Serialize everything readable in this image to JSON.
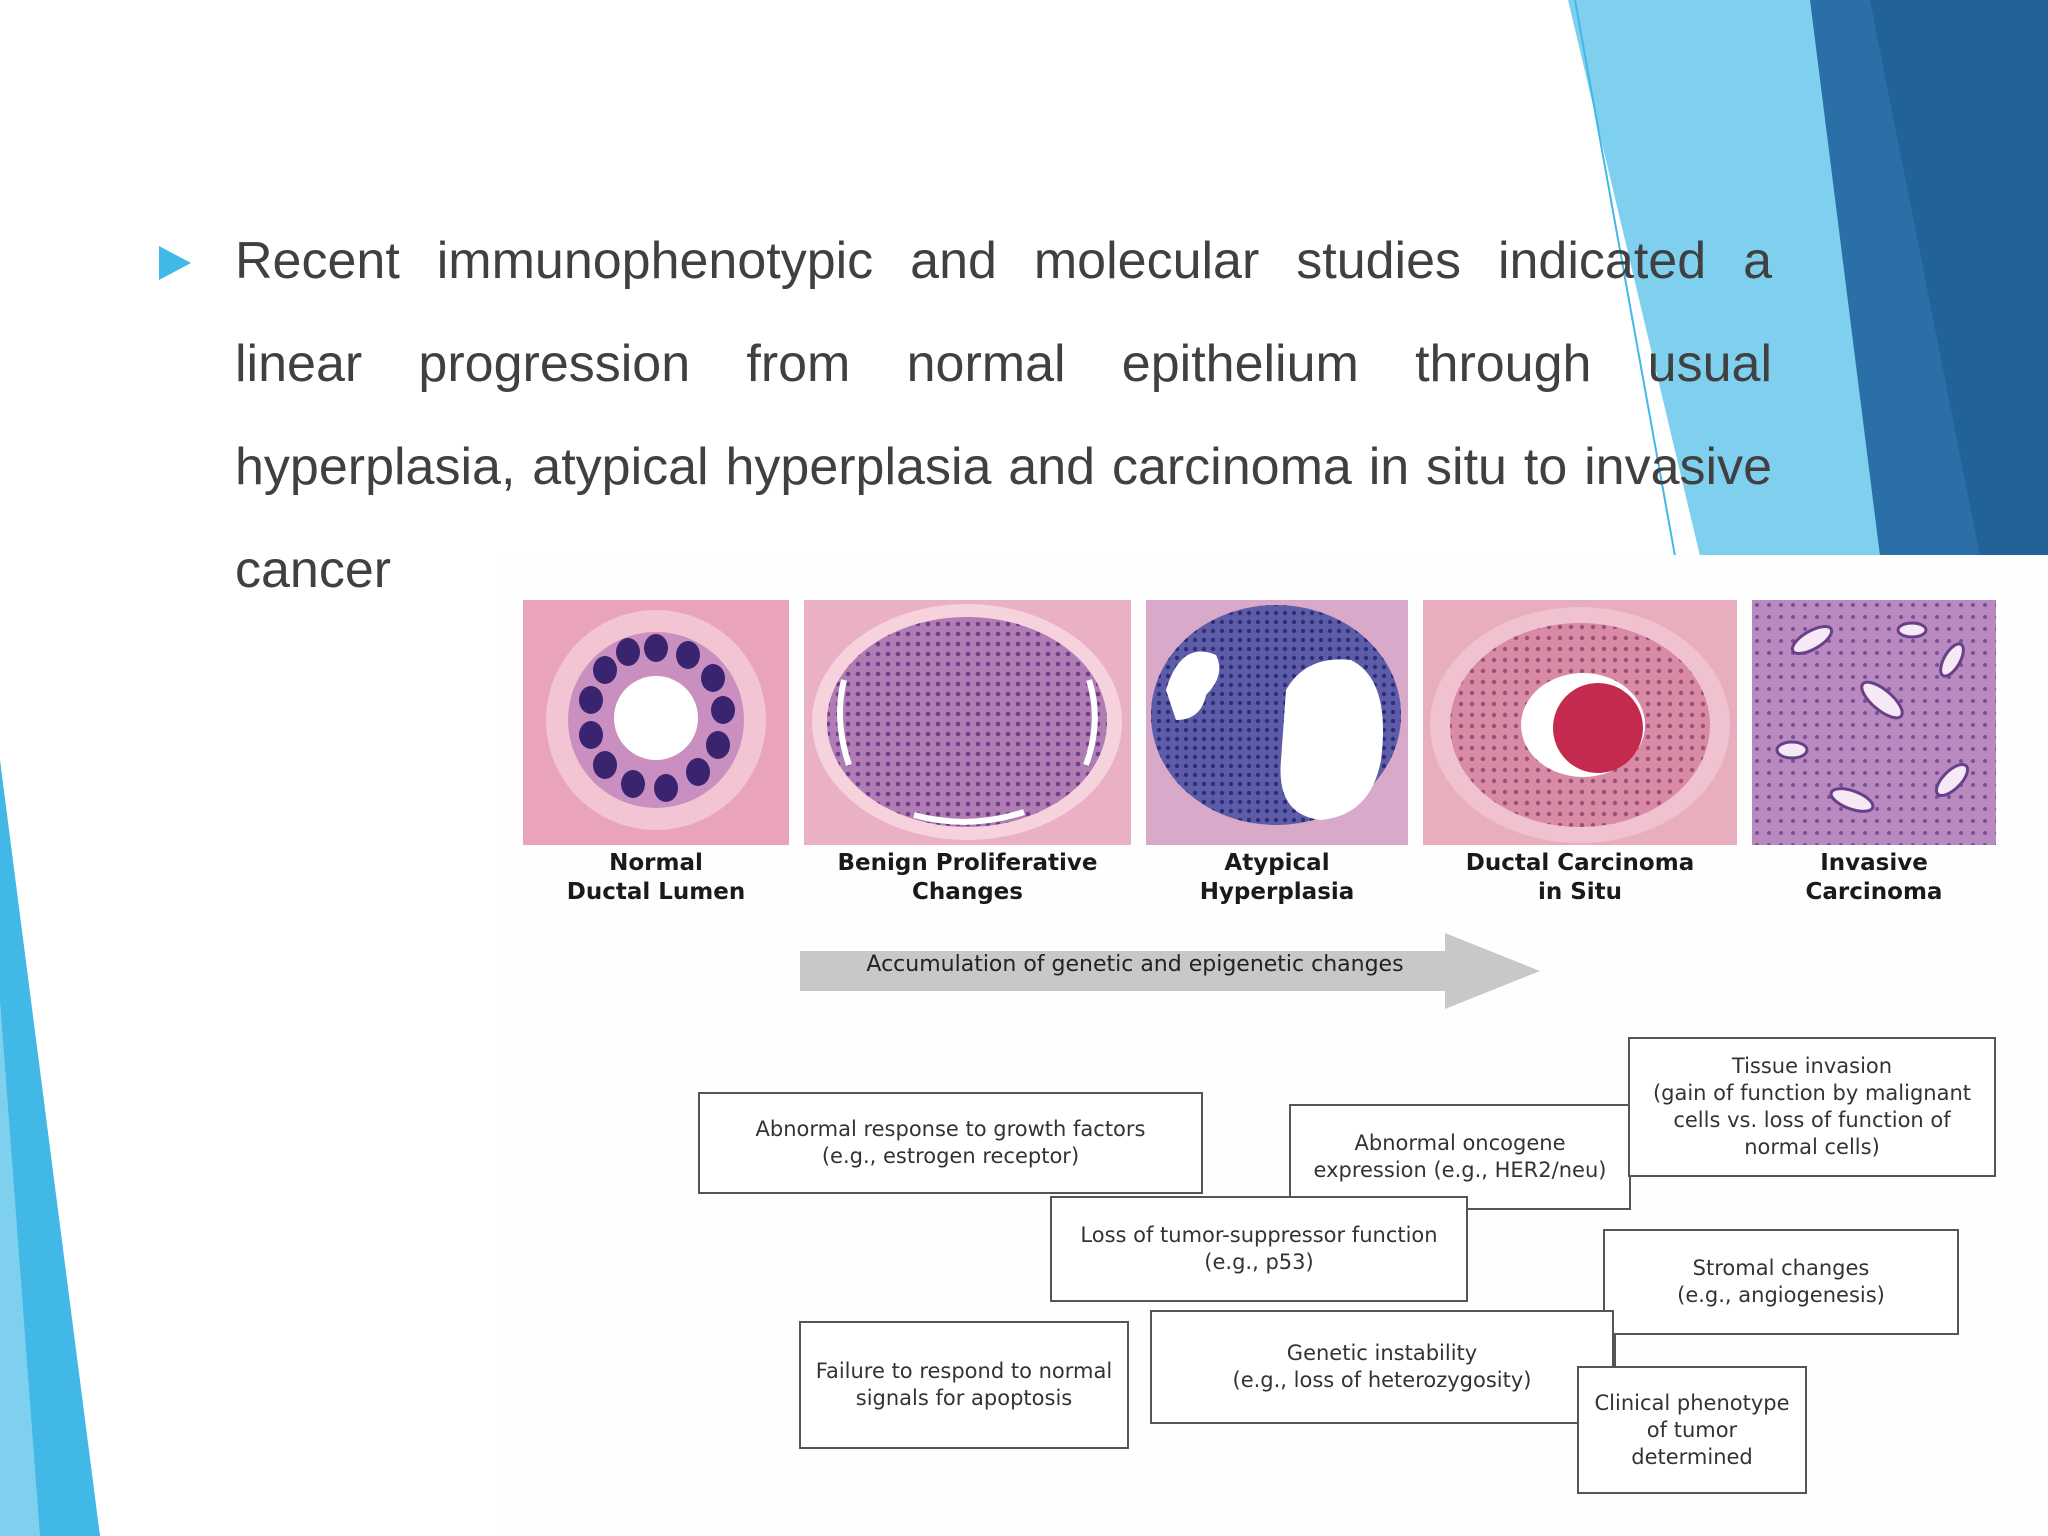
{
  "slide": {
    "bullet_text": "Recent immunophenotypic and molecular studies indicated a linear progression from normal epithelium through usual hyperplasia, atypical hyperplasia and carcinoma in situ to invasive cancer",
    "accent_colors": [
      "#41b8e6",
      "#7fd0ef",
      "#2a6fa8",
      "#1f5f93"
    ]
  },
  "figure": {
    "panels": [
      {
        "label_line1": "Normal",
        "label_line2": "Ductal Lumen"
      },
      {
        "label_line1": "Benign Proliferative",
        "label_line2": "Changes"
      },
      {
        "label_line1": "Atypical Hyperplasia",
        "label_line2": ""
      },
      {
        "label_line1": "Ductal Carcinoma",
        "label_line2": "in Situ"
      },
      {
        "label_line1": "Invasive Carcinoma",
        "label_line2": ""
      }
    ],
    "arrow_label": "Accumulation of genetic and epigenetic changes",
    "boxes": {
      "growth_factors": {
        "line1": "Abnormal response to growth factors",
        "line2": "(e.g., estrogen receptor)"
      },
      "oncogene": {
        "line1": "Abnormal oncogene",
        "line2": "expression (e.g., HER2/neu)"
      },
      "tissue_invasion": {
        "line1": "Tissue invasion",
        "line2": "(gain of function by malignant",
        "line3": "cells vs. loss of function of",
        "line4": "normal cells)"
      },
      "tumor_suppressor": {
        "line1": "Loss of tumor-suppressor function",
        "line2": "(e.g., p53)"
      },
      "stromal": {
        "line1": "Stromal changes",
        "line2": "(e.g., angiogenesis)"
      },
      "apoptosis": {
        "line1": "Failure to respond to normal",
        "line2": "signals for apoptosis"
      },
      "genetic_instability": {
        "line1": "Genetic instability",
        "line2": "(e.g., loss of heterozygosity)"
      },
      "clinical": {
        "line1": "Clinical phenotype",
        "line2": "of tumor",
        "line3": "determined"
      }
    }
  }
}
